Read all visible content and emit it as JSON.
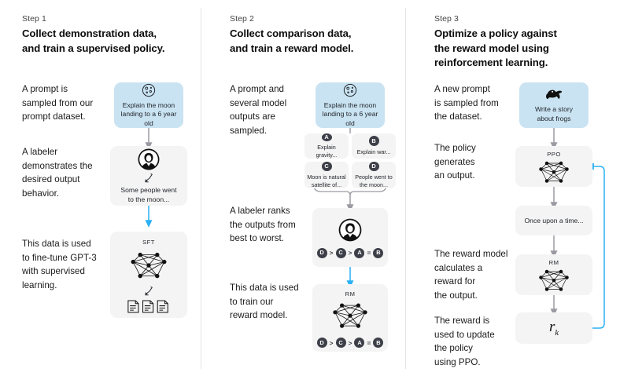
{
  "figure": {
    "title": "RLHF / InstructGPT three-step training diagram",
    "background": "#ffffff",
    "accent_blue": "#2ab0f5",
    "prompt_box_color": "#c9e3f2",
    "model_box_color": "#f4f4f4",
    "badge_color": "#3c3f48",
    "arrow_grey": "#9a9aa2"
  },
  "columns": [
    {
      "step_label": "Step 1",
      "title": "Collect demonstration data,\nand train a supervised policy.",
      "paragraphs": [
        "A prompt is\nsampled from our\nprompt dataset.",
        "A labeler\ndemonstrates the\ndesired output\nbehavior.",
        "This data is used\nto fine-tune GPT-3\nwith supervised\nlearning."
      ],
      "nodes": {
        "prompt": {
          "icon": "moon-icon",
          "caption": "Explain the moon\nlanding to a 6 year old"
        },
        "labeler": {
          "icon": "person-icon",
          "secondary_icon": "pencil-icon",
          "caption": "Some people went\nto the moon..."
        },
        "model": {
          "title": "SFT",
          "icon": "neural-net-icon",
          "secondary_icon": "pencil-icon",
          "tertiary_icon": "documents-icon"
        }
      }
    },
    {
      "step_label": "Step 2",
      "title": "Collect comparison data,\nand train a reward model.",
      "paragraphs": [
        "A prompt and\nseveral model\noutputs are\nsampled.",
        "A labeler ranks\nthe outputs from\nbest to worst.",
        "This data is used\nto train our\nreward model."
      ],
      "nodes": {
        "prompt": {
          "icon": "moon-icon",
          "caption": "Explain the moon\nlanding to a 6 year old"
        },
        "outputs": [
          {
            "badge": "A",
            "text": "Explain gravity..."
          },
          {
            "badge": "B",
            "text": "Explain war..."
          },
          {
            "badge": "C",
            "text": "Moon is natural\nsatellite of..."
          },
          {
            "badge": "D",
            "text": "People went to\nthe moon..."
          }
        ],
        "ranking": {
          "icon": "person-icon",
          "tokens": [
            "D",
            ">",
            "C",
            ">",
            "A",
            "=",
            "B"
          ]
        },
        "reward_model": {
          "title": "RM",
          "icon": "neural-net-icon",
          "tokens": [
            "D",
            ">",
            "C",
            ">",
            "A",
            "=",
            "B"
          ]
        }
      }
    },
    {
      "step_label": "Step 3",
      "title": "Optimize a policy against\nthe reward model using\nreinforcement learning.",
      "paragraphs": [
        "A new prompt\nis sampled from\nthe dataset.",
        "The policy\ngenerates\nan output.",
        "The reward model\ncalculates a\nreward for\nthe output.",
        "The reward is\nused to update\nthe policy\nusing PPO."
      ],
      "nodes": {
        "prompt": {
          "icon": "frog-icon",
          "caption": "Write a story\nabout frogs"
        },
        "policy": {
          "title": "PPO",
          "icon": "neural-net-icon"
        },
        "output": {
          "text": "Once upon a time..."
        },
        "reward_model": {
          "title": "RM",
          "icon": "neural-net-icon"
        },
        "reward": {
          "symbol": "r",
          "subscript": "k"
        }
      }
    }
  ]
}
